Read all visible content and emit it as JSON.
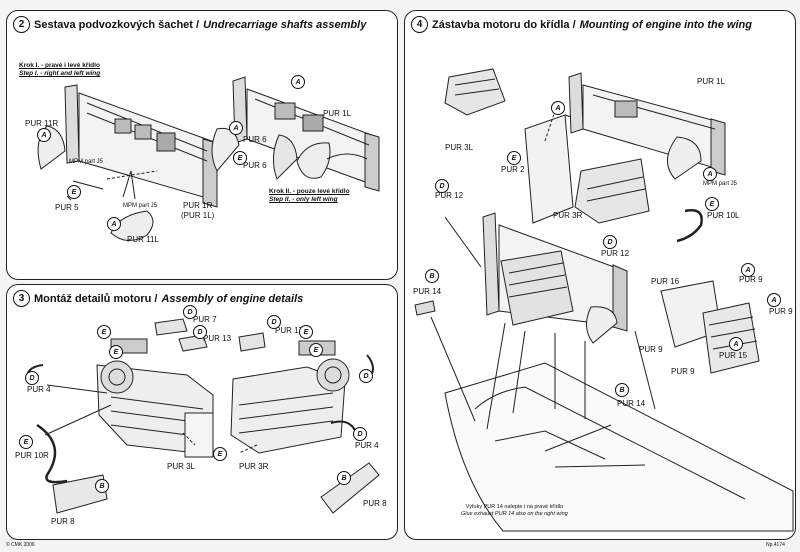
{
  "panel2": {
    "number": "2",
    "title_cz": "Sestava podvozkových šachet /",
    "title_en": "Undrecarriage shafts assembly",
    "step1_cz": "Krok I. - pravé i levé křídlo",
    "step1_en": "Step I. - right and left wing",
    "step2_cz": "Krok II. - pouze levé křídlo",
    "step2_en": "Step II. - only left wing",
    "labels": {
      "pur11r": "PUR 11R",
      "mpm_j5_a": "MPM part J5",
      "mpm_j5_b": "MPM part J5",
      "pur5": "PUR 5",
      "pur1r": "PUR 1R",
      "pur1l_paren": "(PUR 1L)",
      "pur11l": "PUR 11L",
      "pur1l": "PUR 1L",
      "pur6_a": "PUR 6",
      "pur6_b": "PUR 6"
    }
  },
  "panel3": {
    "number": "3",
    "title_cz": "Montáž detailů motoru /",
    "title_en": "Assembly of engine details",
    "labels": {
      "pur7": "PUR 7",
      "pur13": "PUR 13",
      "pur17": "PUR 17",
      "pur4_a": "PUR 4",
      "pur4_b": "PUR 4",
      "pur10r": "PUR 10R",
      "pur3l": "PUR 3L",
      "pur3r": "PUR 3R",
      "pur8_a": "PUR 8",
      "pur8_b": "PUR 8"
    }
  },
  "panel4": {
    "number": "4",
    "title_cz": "Zástavba motoru do křídla /",
    "title_en": "Mounting of engine into the wing",
    "labels": {
      "pur3l": "PUR 3L",
      "pur2": "PUR 2",
      "pur1l": "PUR 1L",
      "mpm_j5": "MPM part J5",
      "pur3r": "PUR 3R",
      "pur10l": "PUR 10L",
      "pur12_a": "PUR 12",
      "pur12_b": "PUR 12",
      "pur14_a": "PUR 14",
      "pur14_b": "PUR 14",
      "pur16": "PUR 16",
      "pur9_a": "PUR 9",
      "pur9_b": "PUR 9",
      "pur9_c": "PUR 9",
      "pur9_d": "PUR 9",
      "pur15": "PUR 15"
    },
    "note_cz": "Výfuky PUR 14 nalepte i na pravé křídlo",
    "note_en": "Glue exhaust PUR 14 also on the right wing"
  },
  "badges": {
    "A": "A",
    "B": "B",
    "D": "D",
    "E": "E"
  },
  "footer": {
    "copyright": "© CMK 2006",
    "page_no": "Np.4174"
  }
}
